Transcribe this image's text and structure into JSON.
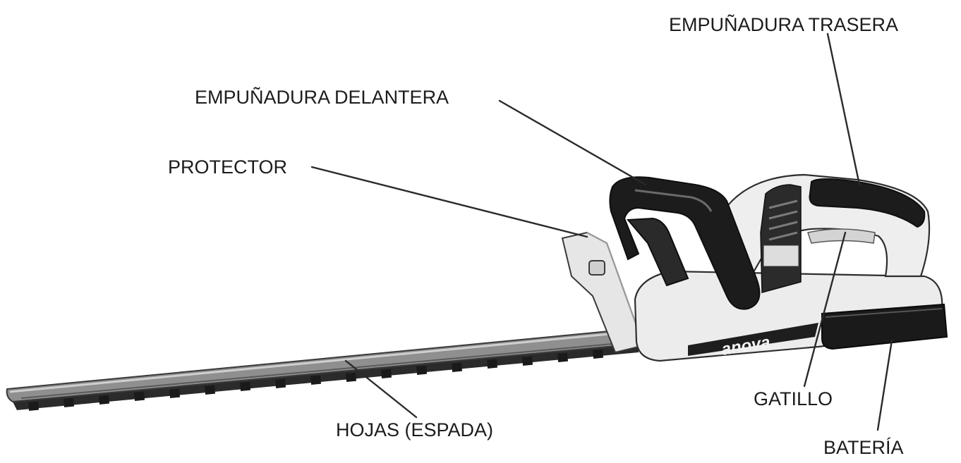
{
  "brand": "anova",
  "labels": {
    "rear_handle": "EMPUÑADURA TRASERA",
    "front_handle": "EMPUÑADURA DELANTERA",
    "guard": "PROTECTOR",
    "blades": "HOJAS (ESPADA)",
    "trigger": "GATILLO",
    "battery": "BATERÍA"
  },
  "colors": {
    "body": "#ececec",
    "grip": "#1b1b1b",
    "blade": "#8a8a8a",
    "ink": "#1c1c1c"
  }
}
